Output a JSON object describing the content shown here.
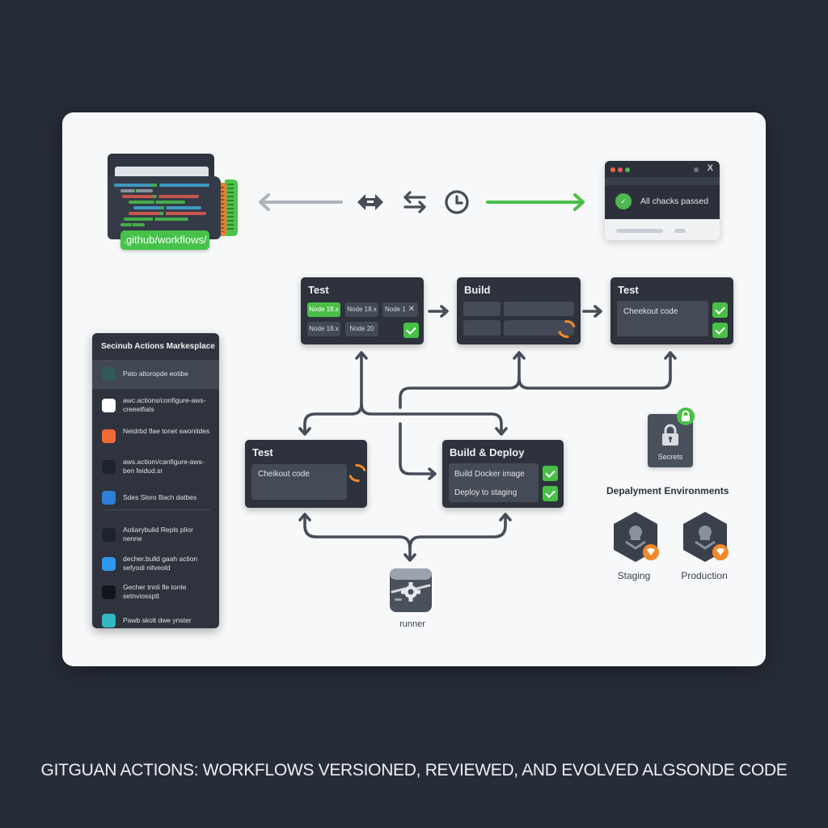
{
  "caption": "GITGUAN ACTIONS: WORKFLOWS VERSIONED, REVIEWED, AND EVOLVED ALGSONDE CODE",
  "repo_folder": {
    "label": ".github/workflows/",
    "code_line_colors": [
      "#3fa7d6",
      "#9aa3ad",
      "#e05a4e",
      "#46c14a",
      "#3fa7d6",
      "#e05a4e",
      "#46c14a",
      "#46c14a"
    ]
  },
  "top_flow": {
    "icons": [
      "arrow-left-icon",
      "bidirectional-arrow-icon",
      "swap-arrows-icon",
      "clock-icon",
      "arrow-right-icon"
    ]
  },
  "status_window": {
    "close_glyph": "X",
    "message": "All chacks passed",
    "badge_icon": "check-shield-icon"
  },
  "pipeline": {
    "test_matrix": {
      "title": "Test",
      "chips": [
        "Node 18.x",
        "Node 18.x",
        "Node 1",
        "Node 18.x",
        "Node 20"
      ],
      "active_chip_index": 0
    },
    "build": {
      "title": "Build",
      "status": "running"
    },
    "test_checkout": {
      "title": "Test",
      "step": "Cheekout code",
      "status": "passed"
    },
    "test_lower": {
      "title": "Test",
      "step": "Cheikout code",
      "status": "running"
    },
    "build_deploy": {
      "title": "Build & Deploy",
      "steps": [
        "Build Docker image",
        "Deploy to staging"
      ],
      "status": "passed"
    },
    "runner": {
      "label": "runner"
    }
  },
  "marketplace": {
    "title": "Secinub Actions Markesplace",
    "items": [
      {
        "label": "Pato altoropde eotibe",
        "icon_color": "#2f5a56",
        "active": true
      },
      {
        "label": "awc.actions/configure-aws-creeetfials",
        "icon_color": "#ffffff"
      },
      {
        "label": "Neidrbd flae tonet swonitdes",
        "icon_color": "#f06a35"
      },
      {
        "label": "aws.actiom/canfigure-aws-ben feidud.sr",
        "icon_color": "#1c2230"
      },
      {
        "label": "Sdes Sloro Bach datbes",
        "icon_color": "#2f7fd8"
      },
      {
        "label": "Aotiarybulid Repls plior nenne",
        "icon_color": "#1c2230"
      },
      {
        "label": "decher.bulld gaah action sefyodi nitveold",
        "icon_color": "#2e97ef"
      },
      {
        "label": "Gecher tnnli fle tonte setnviossptt",
        "icon_color": "#111418"
      },
      {
        "label": "Pawb skolt dwe ynster",
        "icon_color": "#32b9c4"
      }
    ]
  },
  "secrets": {
    "label": "Secrets"
  },
  "environments": {
    "title": "Depalyment Environments",
    "items": [
      {
        "label": "Staging"
      },
      {
        "label": "Production"
      }
    ]
  },
  "colors": {
    "background": "#262c38",
    "card": "#f7f8f9",
    "node": "#2d323c",
    "success": "#48bf45",
    "running": "#f0892a",
    "connector": "#474d58"
  }
}
